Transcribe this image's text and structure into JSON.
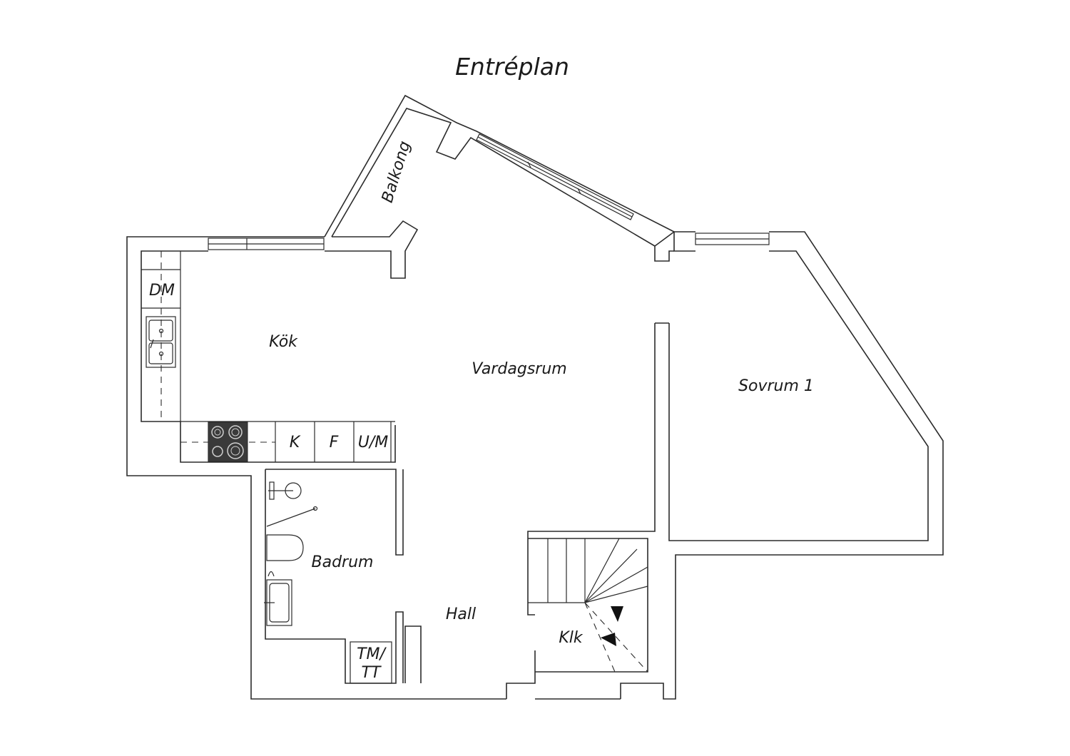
{
  "title": "Entréplan",
  "rooms": {
    "kok": "Kök",
    "vardagsrum": "Vardagsrum",
    "sovrum": "Sovrum 1",
    "badrum": "Badrum",
    "hall": "Hall",
    "klk": "Klk",
    "balkong": "Balkong"
  },
  "appliances": {
    "dm": "DM",
    "k": "K",
    "f": "F",
    "um": "U/M",
    "tm_line1": "TM/",
    "tm_line2": "TT"
  },
  "colors": {
    "line": "#2b2b2b",
    "stove": "#3a3a3a",
    "background": "#ffffff"
  }
}
